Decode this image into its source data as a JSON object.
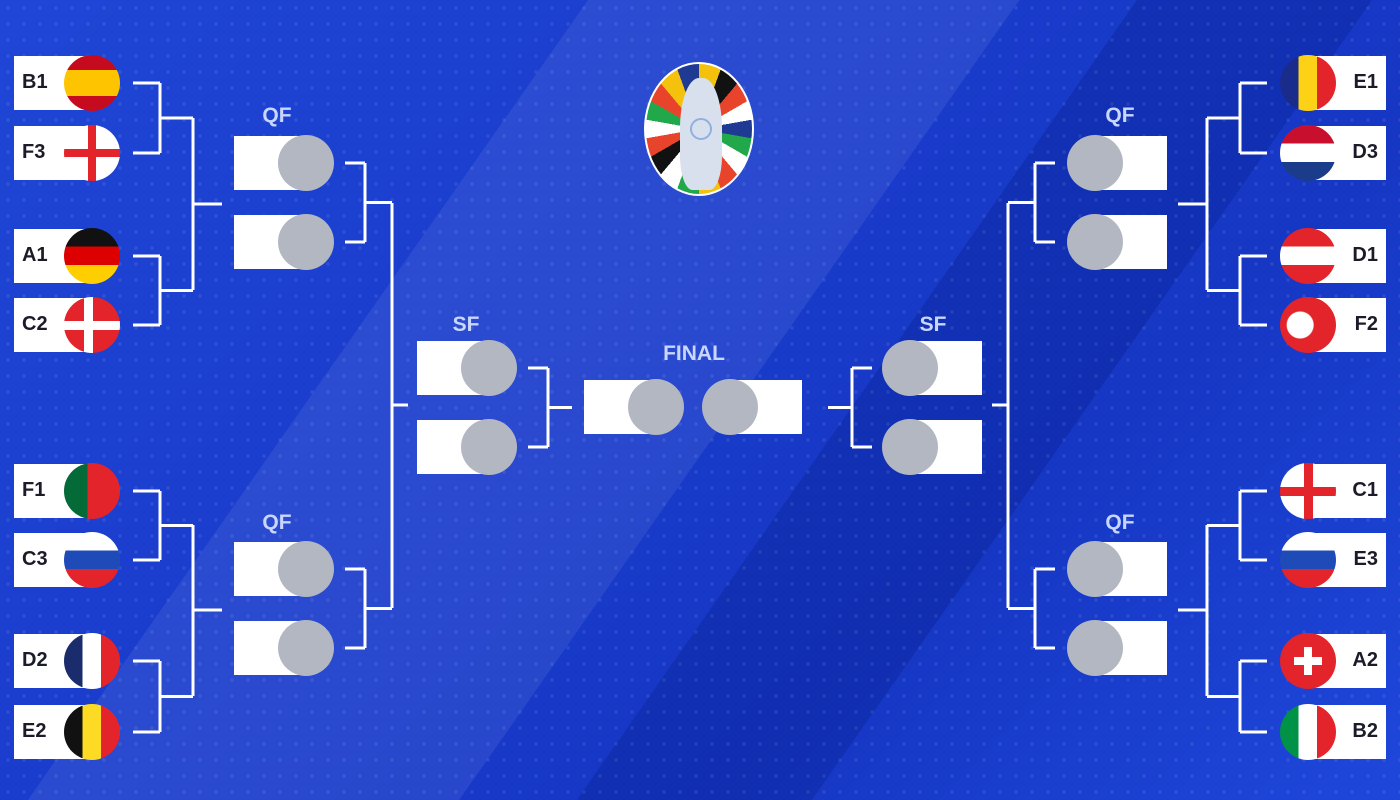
{
  "rounds": {
    "qf": "QF",
    "sf": "SF",
    "final": "FINAL"
  },
  "logo": "UEFA EURO 2024 trophy logo",
  "left_teams": [
    {
      "label": "B1",
      "flag": "spain"
    },
    {
      "label": "F3",
      "flag": "georgia"
    },
    {
      "label": "A1",
      "flag": "germany"
    },
    {
      "label": "C2",
      "flag": "denmark"
    },
    {
      "label": "F1",
      "flag": "portugal"
    },
    {
      "label": "C3",
      "flag": "slovenia"
    },
    {
      "label": "D2",
      "flag": "france"
    },
    {
      "label": "E2",
      "flag": "belgium"
    }
  ],
  "right_teams": [
    {
      "label": "E1",
      "flag": "romania"
    },
    {
      "label": "D3",
      "flag": "netherlands"
    },
    {
      "label": "D1",
      "flag": "austria"
    },
    {
      "label": "F2",
      "flag": "turkey"
    },
    {
      "label": "C1",
      "flag": "england"
    },
    {
      "label": "E3",
      "flag": "slovakia"
    },
    {
      "label": "A2",
      "flag": "switzerland"
    },
    {
      "label": "B2",
      "flag": "italy"
    }
  ],
  "colors": {
    "background": "#1a3ccc",
    "slot_empty": "#b3b7c2",
    "line": "#ffffff",
    "label": "#c9d6ff"
  }
}
